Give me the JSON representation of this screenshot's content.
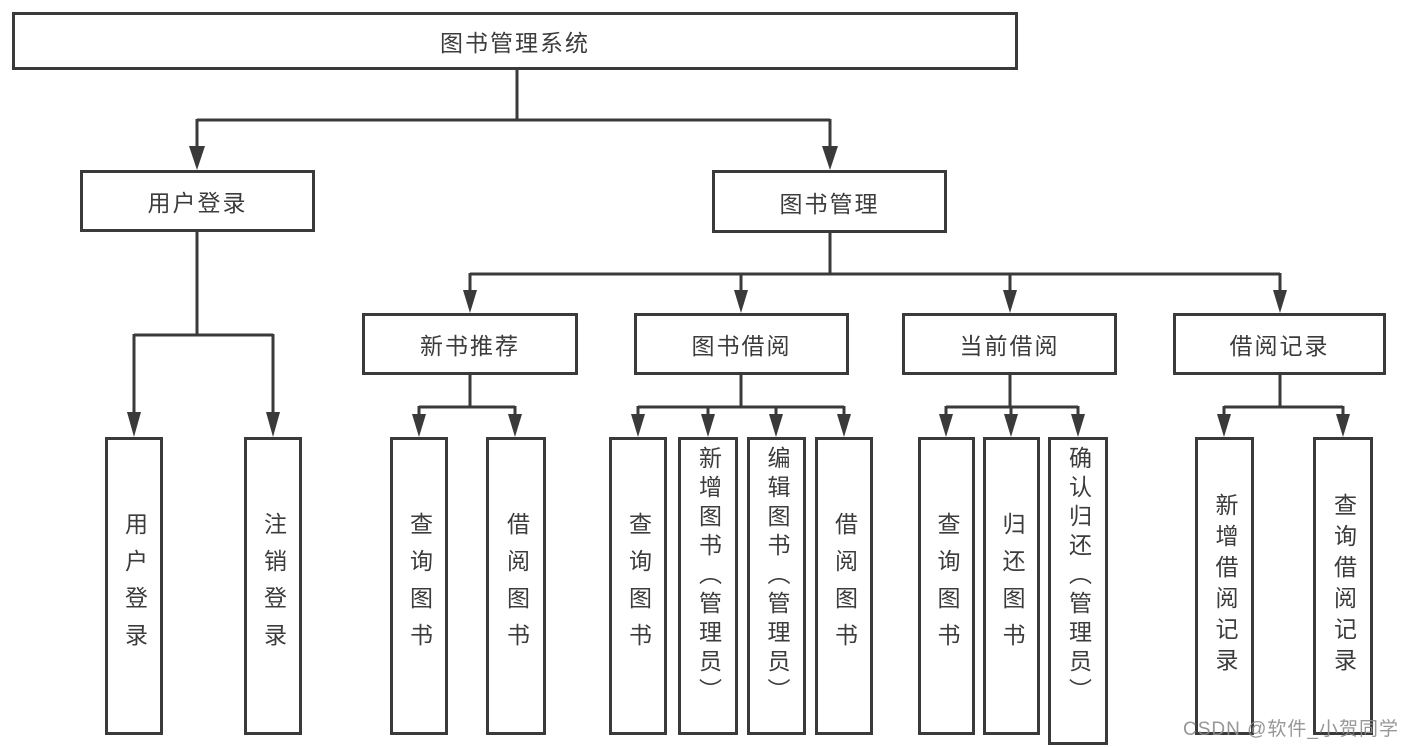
{
  "diagram": {
    "title": "图书管理系统",
    "level2": {
      "user_login": "用户登录",
      "book_mgmt": "图书管理"
    },
    "level3": {
      "new_books": "新书推荐",
      "book_borrow": "图书借阅",
      "current_borrow": "当前借阅",
      "borrow_records": "借阅记录"
    },
    "leaves": {
      "user_login": "用户登录",
      "logout": "注销登录",
      "nb_query": "查询图书",
      "nb_borrow": "借阅图书",
      "bb_query": "查询图书",
      "bb_add": "新增图书（管理员）",
      "bb_edit": "编辑图书（管理员）",
      "bb_borrow": "借阅图书",
      "cb_query": "查询图书",
      "cb_return": "归还图书",
      "cb_confirm": "确认归还（管理员）",
      "br_add": "新增借阅记录",
      "br_query": "查询借阅记录"
    }
  },
  "watermark": "CSDN @软件_小贺同学",
  "colors": {
    "line": "#3a3a3a",
    "text": "#3c3c3c",
    "watermark": "#8c8c8c",
    "background": "#ffffff"
  }
}
